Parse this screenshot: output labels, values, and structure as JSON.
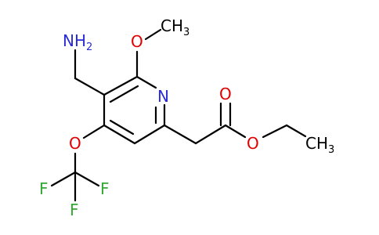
{
  "molecule": {
    "atoms": {
      "nh2": {
        "main": "NH",
        "sub": "2"
      },
      "methoxy_o": "O",
      "methyl_top": {
        "main": "CH",
        "sub": "3"
      },
      "ring_n": "N",
      "carbonyl_o": "O",
      "ester_o": "O",
      "ethyl_ch3": {
        "main": "CH",
        "sub": "3"
      },
      "ocf3_o": "O",
      "f_left": "F",
      "f_right": "F",
      "f_bottom": "F"
    },
    "colors": {
      "oxygen": "#e00000",
      "nitrogen": "#2a2ad8",
      "fluorine": "#33aa33",
      "carbon": "#000000"
    }
  }
}
